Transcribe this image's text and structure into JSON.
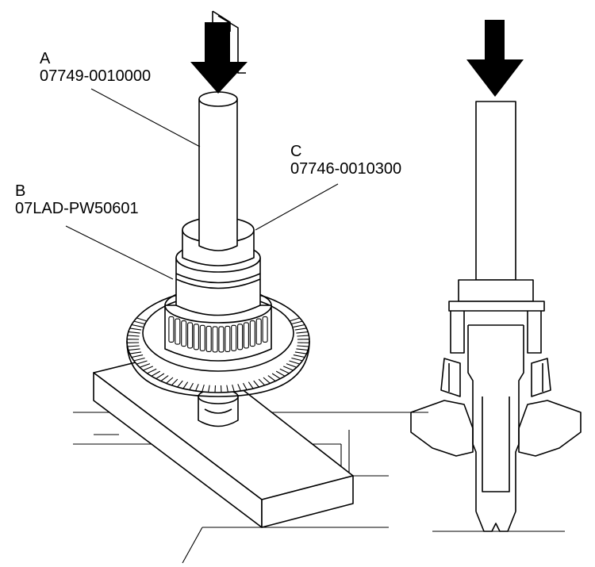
{
  "callouts": {
    "a": {
      "letter": "A",
      "part_number": "07749-0010000"
    },
    "b": {
      "letter": "B",
      "part_number": "07LAD-PW50601"
    },
    "c": {
      "letter": "C",
      "part_number": "07746-0010300"
    }
  },
  "icons": {
    "press_direction": "down-arrow-icon"
  },
  "colors": {
    "line": "#000000",
    "background": "#ffffff"
  }
}
